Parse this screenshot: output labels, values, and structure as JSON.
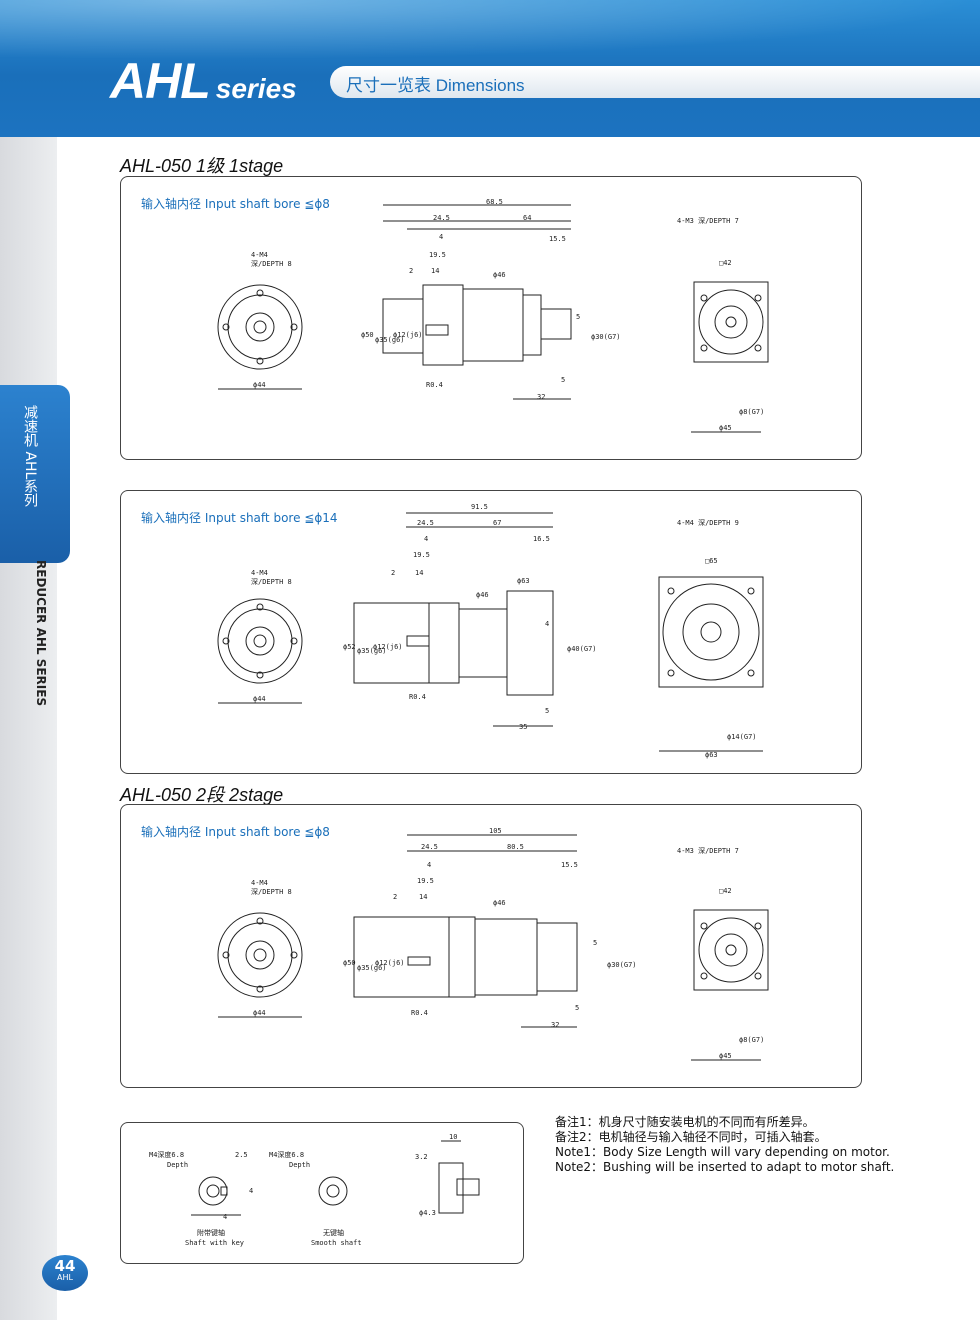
{
  "header": {
    "brand_main": "AHL",
    "brand_series": "series",
    "pill_text": "尺寸一览表 Dimensions"
  },
  "sidebar": {
    "tab_label": "减速机 AHL系列",
    "vertical_text": "REDUCER AHL SERIES"
  },
  "page": {
    "number": "44",
    "tag": "AHL"
  },
  "sections": [
    {
      "title": "AHL-050  1级  1stage"
    },
    {
      "title": "AHL-050  2段  2stage"
    }
  ],
  "panels": [
    {
      "bore_label": "输入轴内径  Input shaft bore  ≦ϕ8",
      "front": {
        "holes": "4-M4",
        "depth": "深/DEPTH  8",
        "dia": "ϕ44"
      },
      "side": {
        "total": "68.5",
        "a": "24.5",
        "b": "64",
        "c": "4",
        "d": "19.5",
        "e": "2",
        "f": "14",
        "g": "15.5",
        "h": "5",
        "i": "5",
        "j": "32",
        "r": "R0.4",
        "d46": "ϕ46",
        "d50": "ϕ50",
        "d35": "ϕ35(g6)",
        "d12": "ϕ12(j6)",
        "d30": "ϕ30(G7)"
      },
      "back": {
        "holes": "4-M3  深/DEPTH  7",
        "sq": "□42",
        "bore": "ϕ8(G7)",
        "dia": "ϕ45"
      }
    },
    {
      "bore_label": "输入轴内径  Input shaft bore  ≦ϕ14",
      "front": {
        "holes": "4-M4",
        "depth": "深/DEPTH  8",
        "dia": "ϕ44"
      },
      "side": {
        "total": "91.5",
        "a": "24.5",
        "b": "67",
        "c": "4",
        "d": "19.5",
        "e": "2",
        "f": "14",
        "g": "16.5",
        "h": "4",
        "i": "5",
        "j": "35",
        "r": "R0.4",
        "d46": "ϕ46",
        "d50": "ϕ52",
        "d35": "ϕ35(g6)",
        "d12": "ϕ12(j6)",
        "d30": "ϕ40(G7)",
        "d63": "ϕ63"
      },
      "back": {
        "holes": "4-M4  深/DEPTH  9",
        "sq": "□65",
        "bore": "ϕ14(G7)",
        "dia": "ϕ63"
      }
    },
    {
      "bore_label": "输入轴内径  Input shaft bore  ≦ϕ8",
      "front": {
        "holes": "4-M4",
        "depth": "深/DEPTH  8",
        "dia": "ϕ44"
      },
      "side": {
        "total": "105",
        "a": "24.5",
        "b": "80.5",
        "c": "4",
        "d": "19.5",
        "e": "2",
        "f": "14",
        "g": "15.5",
        "h": "5",
        "i": "5",
        "j": "32",
        "r": "R0.4",
        "d46": "ϕ46",
        "d50": "ϕ50",
        "d35": "ϕ35(g6)",
        "d12": "ϕ12(j6)",
        "d30": "ϕ30(G7)"
      },
      "back": {
        "holes": "4-M3  深/DEPTH  7",
        "sq": "□42",
        "bore": "ϕ8(G7)",
        "dia": "ϕ45"
      }
    }
  ],
  "shaft_details": {
    "key": {
      "depth": "M4深度6.8",
      "depth_en": "Depth",
      "w": "2.5",
      "h": "4",
      "l": "4",
      "cn": "附带键轴",
      "en": "Shaft with key"
    },
    "smooth": {
      "depth": "M4深度6.8",
      "depth_en": "Depth",
      "cn": "无键轴",
      "en": "Smooth shaft"
    },
    "side": {
      "a": "10",
      "b": "3.2",
      "c": "ϕ4.3"
    }
  },
  "notes": [
    "备注1：机身尺寸随安装电机的不同而有所差异。",
    "备注2：电机轴径与输入轴径不同时，可插入轴套。",
    "Note1：Body Size Length will vary depending on motor.",
    "Note2：Bushing will be inserted to adapt to motor shaft."
  ]
}
